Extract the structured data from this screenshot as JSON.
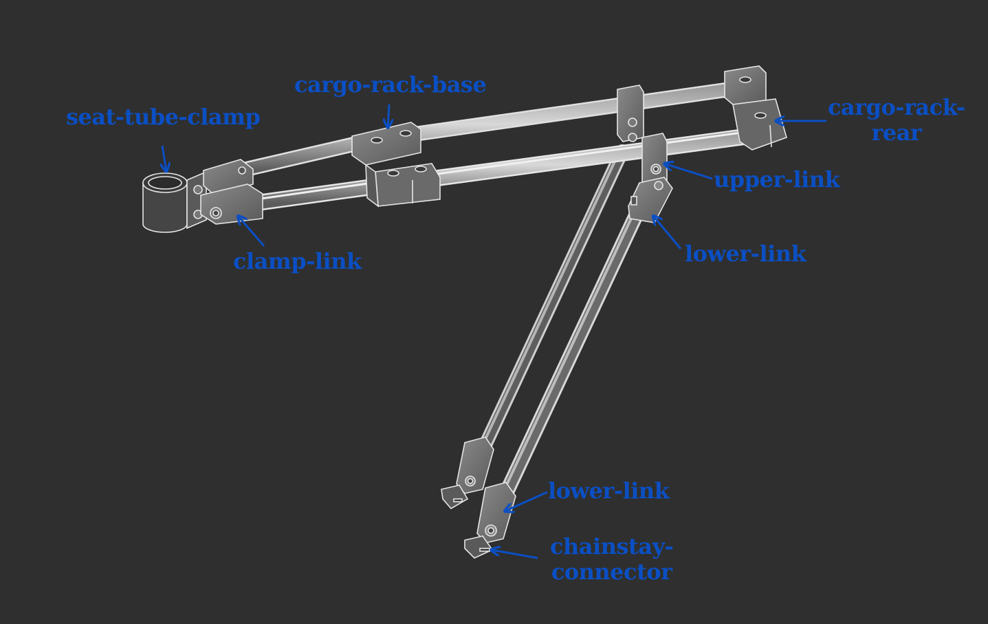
{
  "diagram": {
    "background": "#2f2f2f",
    "label_color": "#0b4fc4",
    "part_stroke": "#e6e6e6",
    "labels": {
      "seat_tube_clamp": "seat-tube-clamp",
      "cargo_rack_base": "cargo-rack-base",
      "cargo_rack_rear_1": "cargo-rack-",
      "cargo_rack_rear_2": "rear",
      "upper_link": "upper-link",
      "lower_link_upper": "lower-link",
      "clamp_link": "clamp-link",
      "lower_link_bottom": "lower-link",
      "chainstay_connector_1": "chainstay-",
      "chainstay_connector_2": "connector"
    }
  }
}
